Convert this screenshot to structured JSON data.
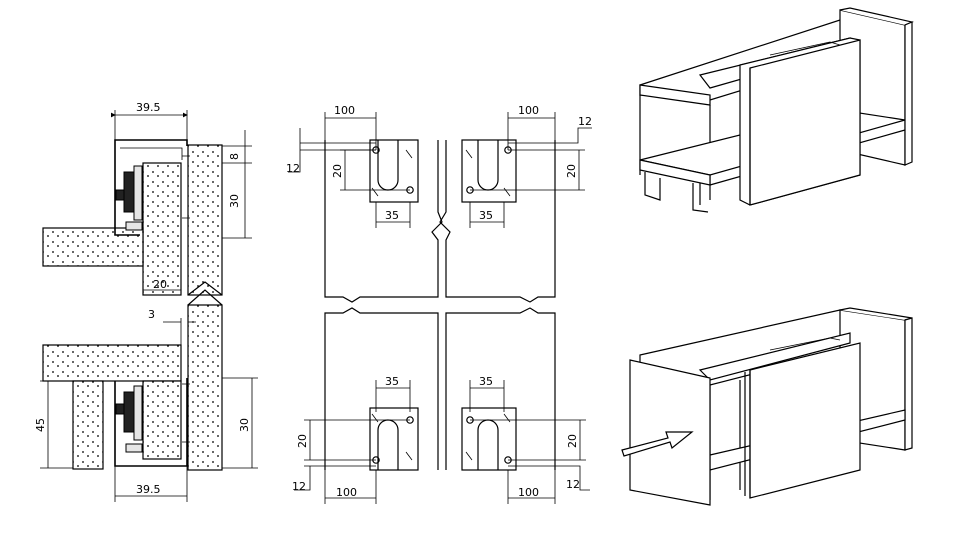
{
  "figure": {
    "section_view": {
      "top": {
        "width": "39.5",
        "height_small": "8",
        "height": "30",
        "bottom_gap": "20"
      },
      "bottom": {
        "gap": "3",
        "depth": "45",
        "height": "30",
        "width": "39.5"
      }
    },
    "plan_view": {
      "top_left": {
        "offset": "100",
        "height": "20",
        "edge": "12",
        "width": "35"
      },
      "top_right": {
        "offset": "100",
        "height": "20",
        "edge": "12",
        "width": "35"
      },
      "bottom_left": {
        "offset": "100",
        "height": "20",
        "edge": "12",
        "width": "35"
      },
      "bottom_right": {
        "offset": "100",
        "height": "20",
        "edge": "12",
        "width": "35"
      }
    }
  }
}
